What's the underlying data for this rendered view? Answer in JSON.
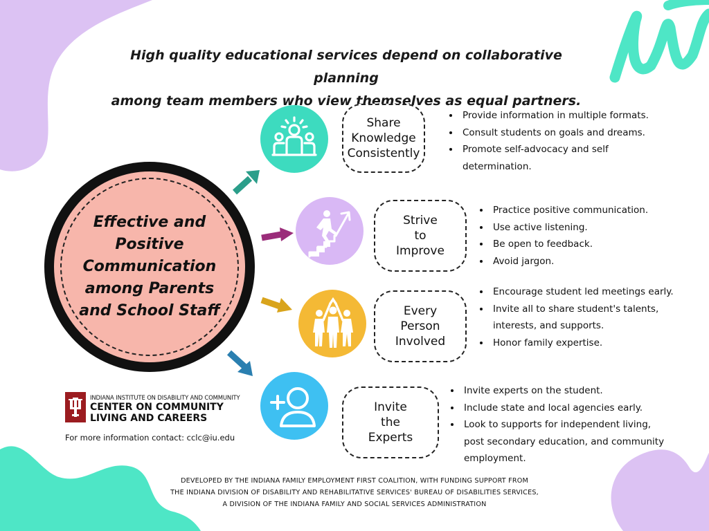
{
  "headline": {
    "line1": "High quality educational services depend on collaborative planning",
    "line2": "among team members who view themselves as equal partners."
  },
  "center": {
    "lines": [
      "Effective and",
      "Positive",
      "Communication",
      "among Parents",
      "and School Staff"
    ]
  },
  "branches": [
    {
      "icon": "team-leader-icon",
      "color": "#3ddbbf",
      "arrow_color": "#2b9e8a",
      "label_lines": [
        "Share",
        "Knowledge",
        "Consistently"
      ],
      "bullets": [
        "Provide information in multiple formats.",
        "Consult students on goals and dreams.",
        "Promote self-advocacy and self determination."
      ]
    },
    {
      "icon": "climbing-stairs-icon",
      "color": "#d9b8f5",
      "arrow_color": "#9b2d7a",
      "label_lines": [
        "Strive",
        "to",
        "Improve"
      ],
      "bullets": [
        "Practice positive communication.",
        "Use active listening.",
        "Be open to feedback.",
        "Avoid jargon."
      ]
    },
    {
      "icon": "group-celebrating-icon",
      "color": "#f4b935",
      "arrow_color": "#d9a41c",
      "label_lines": [
        "Every",
        "Person",
        "Involved"
      ],
      "bullets": [
        "Encourage student led meetings early.",
        "Invite all to share student's talents, interests, and supports.",
        "Honor family expertise."
      ]
    },
    {
      "icon": "add-user-icon",
      "color": "#3ec0f2",
      "arrow_color": "#2a7fb0",
      "label_lines": [
        "Invite",
        "the",
        "Experts"
      ],
      "bullets": [
        "Invite experts on the student.",
        "Include state and local agencies early.",
        "Look to supports for independent living, post secondary education, and community employment."
      ]
    }
  ],
  "logo": {
    "small": "INDIANA INSTITUTE ON DISABILITY AND COMMUNITY",
    "line1": "CENTER ON COMMUNITY",
    "line2": "LIVING AND CAREERS",
    "mark": "IU trident logo",
    "mark_color": "#9b1c20"
  },
  "contact": "For more information contact: cclc@iu.edu",
  "footer": {
    "line1": "DEVELOPED BY THE INDIANA FAMILY EMPLOYMENT FIRST COALITION, WITH FUNDING SUPPORT FROM",
    "line2": "THE INDIANA DIVISION OF DISABILITY AND REHABILITATIVE SERVICES' BUREAU OF DISABILITIES SERVICES,",
    "line3": "A DIVISION OF THE INDIANA FAMILY AND SOCIAL SERVICES ADMINISTRATION"
  },
  "decor": {
    "purple": "#dcc2f3",
    "teal": "#4ee6c6"
  }
}
